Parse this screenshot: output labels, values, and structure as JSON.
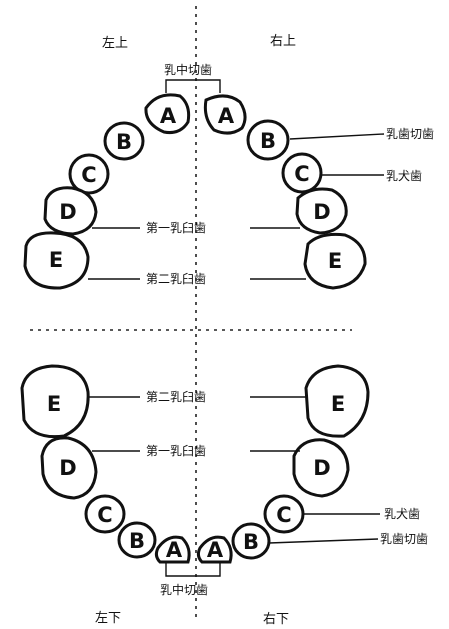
{
  "quadrants": {
    "upper_left": "左上",
    "upper_right": "右上",
    "lower_left": "左下",
    "lower_right": "右下"
  },
  "tooth_letters": {
    "A": "A",
    "B": "B",
    "C": "C",
    "D": "D",
    "E": "E"
  },
  "labels": {
    "central_incisor": "乳中切歯",
    "lateral_incisor": "乳歯切歯",
    "canine": "乳犬歯",
    "first_molar": "第一乳臼歯",
    "second_molar": "第二乳臼歯"
  }
}
